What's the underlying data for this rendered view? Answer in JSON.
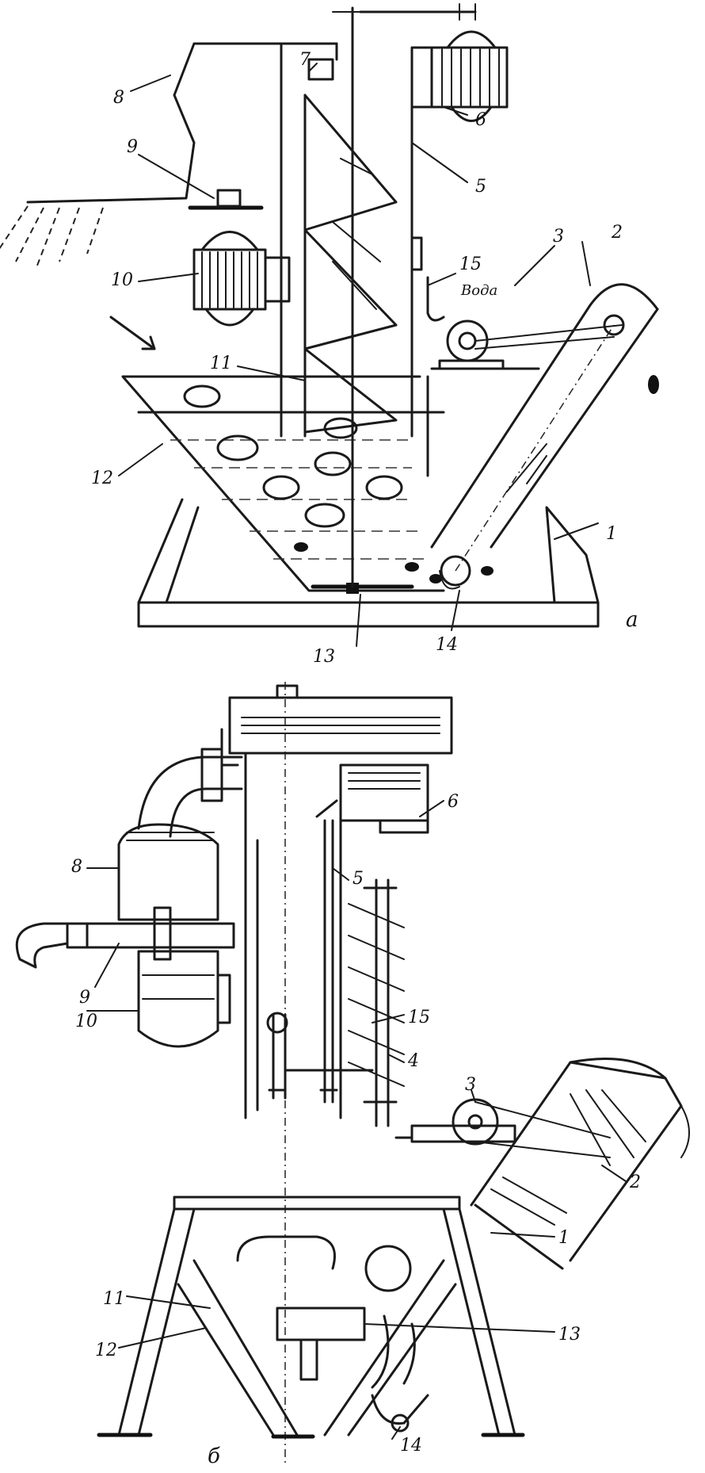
{
  "diagram": {
    "top_view": {
      "view_letter": "а",
      "labels": {
        "l1": "1",
        "l2": "2",
        "l3": "3",
        "l5": "5",
        "l6": "6",
        "l7": "7",
        "l8": "8",
        "l9": "9",
        "l10": "10",
        "l11": "11",
        "l12": "12",
        "l13": "13",
        "l14": "14",
        "l15": "15"
      },
      "water_note": "Вода"
    },
    "bottom_view": {
      "view_letter": "б",
      "labels": {
        "l1": "1",
        "l2": "2",
        "l3": "3",
        "l4": "4",
        "l5": "5",
        "l6": "6",
        "l8": "8",
        "l9": "9",
        "l10": "10",
        "l11": "11",
        "l12": "12",
        "l13": "13",
        "l14": "14",
        "l15": "15"
      }
    }
  }
}
